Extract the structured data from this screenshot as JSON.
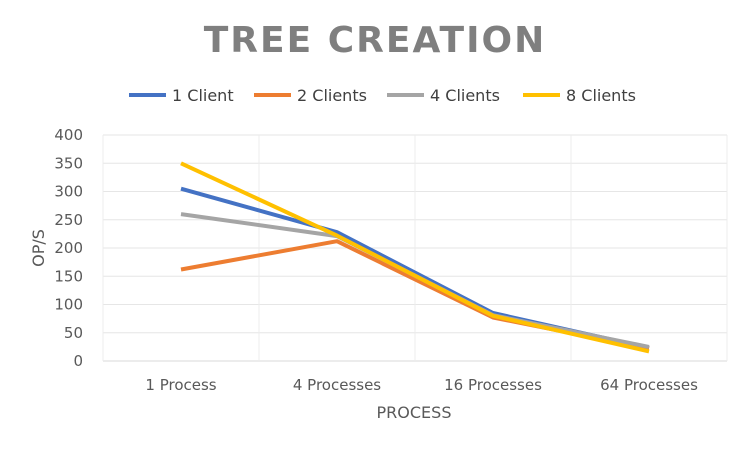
{
  "chart_data": {
    "type": "line",
    "title": "TREE CREATION",
    "xlabel": "PROCESS",
    "ylabel": "OP/S",
    "ylim": [
      0,
      400
    ],
    "yticks": [
      0,
      50,
      100,
      150,
      200,
      250,
      300,
      350,
      400
    ],
    "categories": [
      "1 Process",
      "4 Processes",
      "16 Processes",
      "64 Processes"
    ],
    "grid": true,
    "legend_position": "top",
    "series": [
      {
        "name": "1 Client",
        "color": "#4472c4",
        "values": [
          305,
          228,
          85,
          23
        ]
      },
      {
        "name": "2 Clients",
        "color": "#ed7d31",
        "values": [
          162,
          212,
          77,
          22
        ]
      },
      {
        "name": "4 Clients",
        "color": "#a5a5a5",
        "values": [
          260,
          221,
          81,
          25
        ]
      },
      {
        "name": "8 Clients",
        "color": "#ffc000",
        "values": [
          350,
          222,
          80,
          17
        ]
      }
    ]
  }
}
